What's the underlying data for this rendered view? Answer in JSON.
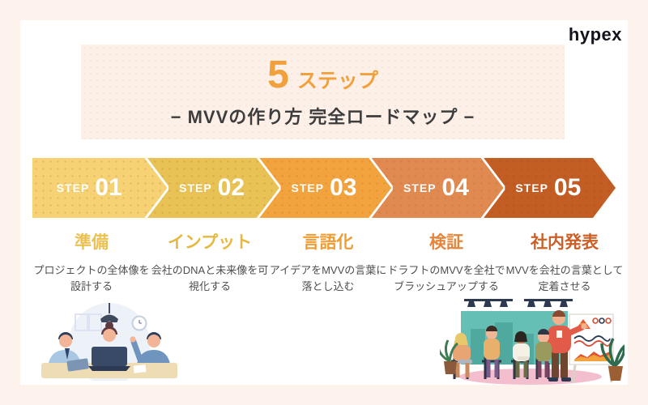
{
  "brand": {
    "logo_text": "hypex"
  },
  "page": {
    "background_color": "#fdf2ec",
    "card_color": "#ffffff"
  },
  "header": {
    "big_number": "5",
    "big_number_suffix": "ステップ",
    "subtitle": "− MVVの作り方 完全ロードマップ −",
    "accent_color": "#f0a13c",
    "background_color": "#fcf0e9",
    "subtitle_color": "#3d3d3d"
  },
  "steps": [
    {
      "step_word": "STEP",
      "number": "01",
      "title": "準備",
      "description": "プロジェクトの全体像を設計する",
      "arrow_color": "#f6d275",
      "title_color": "#eac152"
    },
    {
      "step_word": "STEP",
      "number": "02",
      "title": "インプット",
      "description": "会社のDNAと未来像を可視化する",
      "arrow_color": "#e8c255",
      "title_color": "#e5b93f"
    },
    {
      "step_word": "STEP",
      "number": "03",
      "title": "言語化",
      "description": "アイデアをMVVの言葉に落とし込む",
      "arrow_color": "#f2a33e",
      "title_color": "#ef9c34"
    },
    {
      "step_word": "STEP",
      "number": "04",
      "title": "検証",
      "description": "ドラフトのMVVを全社でブラッシュアップする",
      "arrow_color": "#e08a52",
      "title_color": "#e5853c"
    },
    {
      "step_word": "STEP",
      "number": "05",
      "title": "社内発表",
      "description": "MVVを会社の言葉として定着させる",
      "arrow_color": "#c25d24",
      "title_color": "#cd5f26"
    }
  ],
  "illustrations": {
    "left": "team-meeting-illustration",
    "right": "presentation-illustration"
  }
}
